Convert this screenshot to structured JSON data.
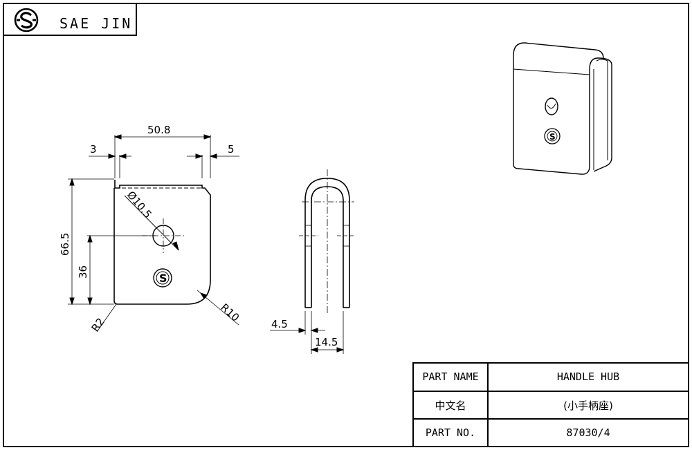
{
  "company": {
    "name": "SAE JIN",
    "logo_icon": "sae-jin-logo-icon"
  },
  "title_block": {
    "part_name_label": "PART NAME",
    "part_name_value": "HANDLE HUB",
    "chinese_name_label": "中文名",
    "chinese_name_value": "(小手柄座)",
    "part_no_label": "PART NO.",
    "part_no_value": "87030/4"
  },
  "dimensions": {
    "overall_width": "50.8",
    "left_offset": "3",
    "right_offset": "5",
    "height": "66.5",
    "hole_height": "36",
    "hole_diameter": "Ø10.5",
    "corner_small": "R2",
    "corner_large": "R10",
    "thickness": "4.5",
    "side_width": "14.5"
  }
}
